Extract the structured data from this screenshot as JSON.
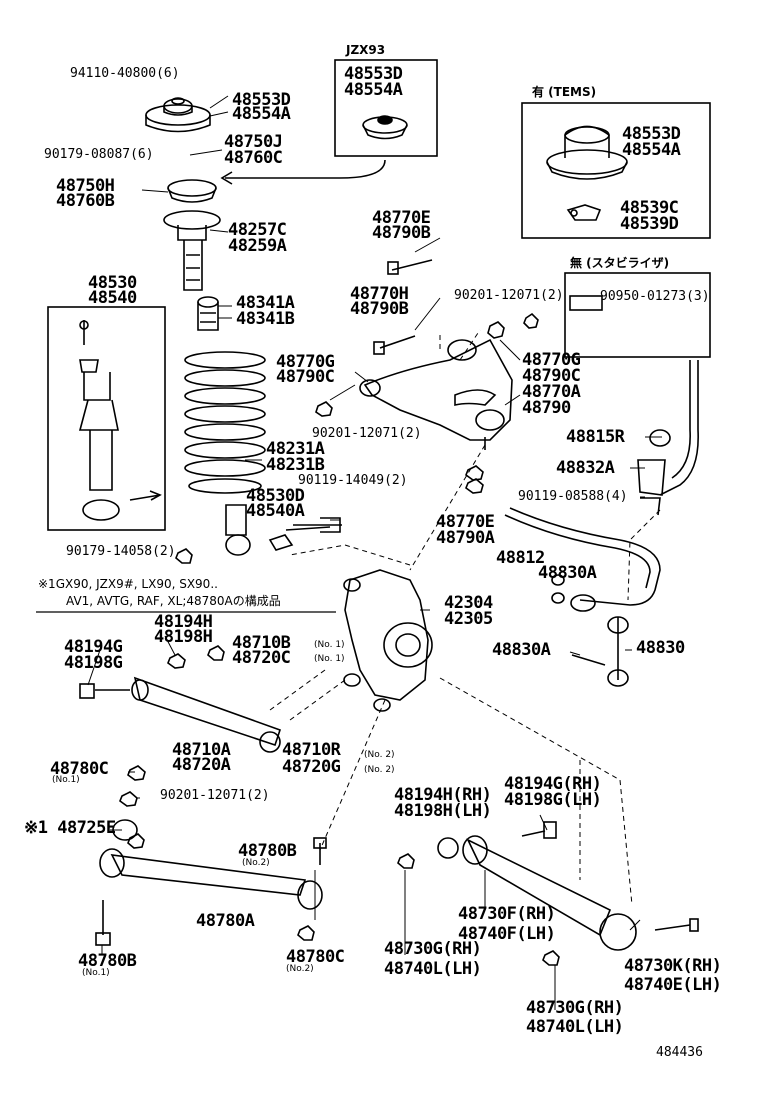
{
  "diagram_id": "484436",
  "headers": {
    "jzx93": "JZX93",
    "tems": "有 (TEMS)",
    "no_stabilizer": "無 (スタビライザ)"
  },
  "note": {
    "line1": "※1GX90, JZX9#, LX90, SX90..",
    "line2": "AV1, AVTG, RAF, XL;48780Aの構成品"
  },
  "labels": {
    "p94110": "94110-40800(6)",
    "p48553D_a": "48553D",
    "p48554A_a": "48554A",
    "p48553D_b": "48553D",
    "p48554A_b": "48554A",
    "p48553D_c": "48553D",
    "p48554A_c": "48554A",
    "p90179_08087": "90179-08087(6)",
    "p48750J": "48750J",
    "p48760C": "48760C",
    "p48750H": "48750H",
    "p48760B": "48760B",
    "p48257C": "48257C",
    "p48259A": "48259A",
    "p48530": "48530",
    "p48540": "48540",
    "p48341A": "48341A",
    "p48341B": "48341B",
    "p48231A": "48231A",
    "p48231B": "48231B",
    "p48530D": "48530D",
    "p48540A": "48540A",
    "p90179_14058": "90179-14058(2)",
    "p48539C": "48539C",
    "p48539D": "48539D",
    "p48770E_1": "48770E",
    "p48790B_1": "48790B",
    "p48770H": "48770H",
    "p48790B_2": "48790B",
    "p90201_12071_a": "90201-12071(2)",
    "p90950": "90950-01273(3)",
    "p48770G_l": "48770G",
    "p48790C_l": "48790C",
    "p48770G_r": "48770G",
    "p48790C_r": "48790C",
    "p48770A": "48770A",
    "p48790_r": "48790",
    "p90201_12071_b": "90201-12071(2)",
    "p48815R": "48815R",
    "p48832A": "48832A",
    "p90119_14049": "90119-14049(2)",
    "p90119_08588": "90119-08588(4)",
    "p48770E_2": "48770E",
    "p48790A": "48790A",
    "p48812": "48812",
    "p48830A": "48830A",
    "p42304": "42304",
    "p42305": "42305",
    "p48194H": "48194H",
    "p48198H": "48198H",
    "p48194G": "48194G",
    "p48198G": "48198G",
    "p48710B": "48710B",
    "p48720C": "48720C",
    "p48830Ab": "48830A",
    "p48830": "48830",
    "p48710A": "48710A",
    "p48720A": "48720A",
    "p48710R": "48710R",
    "p48720G": "48720G",
    "p48780C_1": "48780C",
    "p90201_12071_c": "90201-12071(2)",
    "p48194H_rh": "48194H(RH)",
    "p48198H_lh": "48198H(LH)",
    "p48194G_rh": "48194G(RH)",
    "p48198G_lh": "48198G(LH)",
    "p48725E": "※1 48725E",
    "p48780B_2": "48780B",
    "p48780A": "48780A",
    "p48730F_rh": "48730F(RH)",
    "p48740F_lh": "48740F(LH)",
    "p48730G_rh_1": "48730G(RH)",
    "p48740L_lh_1": "48740L(LH)",
    "p48730K_rh": "48730K(RH)",
    "p48740E_lh": "48740E(LH)",
    "p48780B_1": "48780B",
    "p48780C_2": "48780C",
    "p48730G_rh_2": "48730G(RH)",
    "p48740L_lh_2": "48740L(LH)"
  },
  "small_notes": {
    "rh": "(RH)",
    "lh": "(LH)",
    "no1": "(No. 1)",
    "no2": "(No. 2)",
    "no1s": "(No.1)",
    "no2s": "(No.2)"
  }
}
